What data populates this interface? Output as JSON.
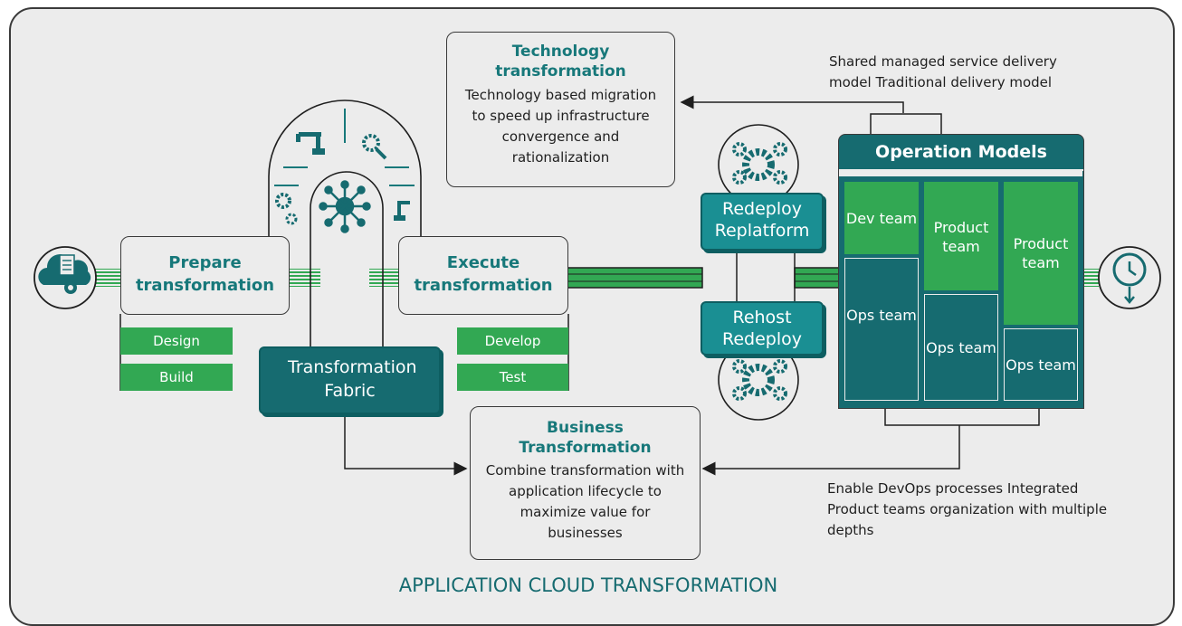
{
  "footer_title": "APPLICATION CLOUD TRANSFORMATION",
  "technology": {
    "title": "Technology transformation",
    "desc": "Technology based migration to speed up infrastructure convergence and rationalization"
  },
  "business": {
    "title": "Business Transformation",
    "desc": "Combine transformation with application lifecycle to maximize value for businesses"
  },
  "prepare": {
    "title": "Prepare transformation",
    "items": [
      "Design",
      "Build"
    ]
  },
  "execute": {
    "title": "Execute transformation",
    "items": [
      "Develop",
      "Test"
    ]
  },
  "fabric": {
    "label": "Transformation Fabric"
  },
  "redeploy": {
    "label": "Redeploy Replatform"
  },
  "rehost": {
    "label": "Rehost Redeploy"
  },
  "operation": {
    "title": "Operation Models",
    "col1": [
      "Dev team",
      "Ops team"
    ],
    "col2": [
      "Product team",
      "Ops team"
    ],
    "col3": [
      "Product team",
      "Ops team"
    ]
  },
  "notes": {
    "shared": "Shared managed service delivery model Traditional delivery model",
    "enable": "Enable DevOps processes Integrated Product teams organization with multiple depths"
  },
  "colors": {
    "teal": "#17787a",
    "green": "#32a853",
    "dark_teal": "#166b70",
    "background": "#ececec"
  },
  "icons": [
    "cloud-document-gear-icon",
    "clock-download-icon",
    "robot-arm-icon",
    "gear-magnifier-icon",
    "gears-icon",
    "network-hub-icon"
  ]
}
